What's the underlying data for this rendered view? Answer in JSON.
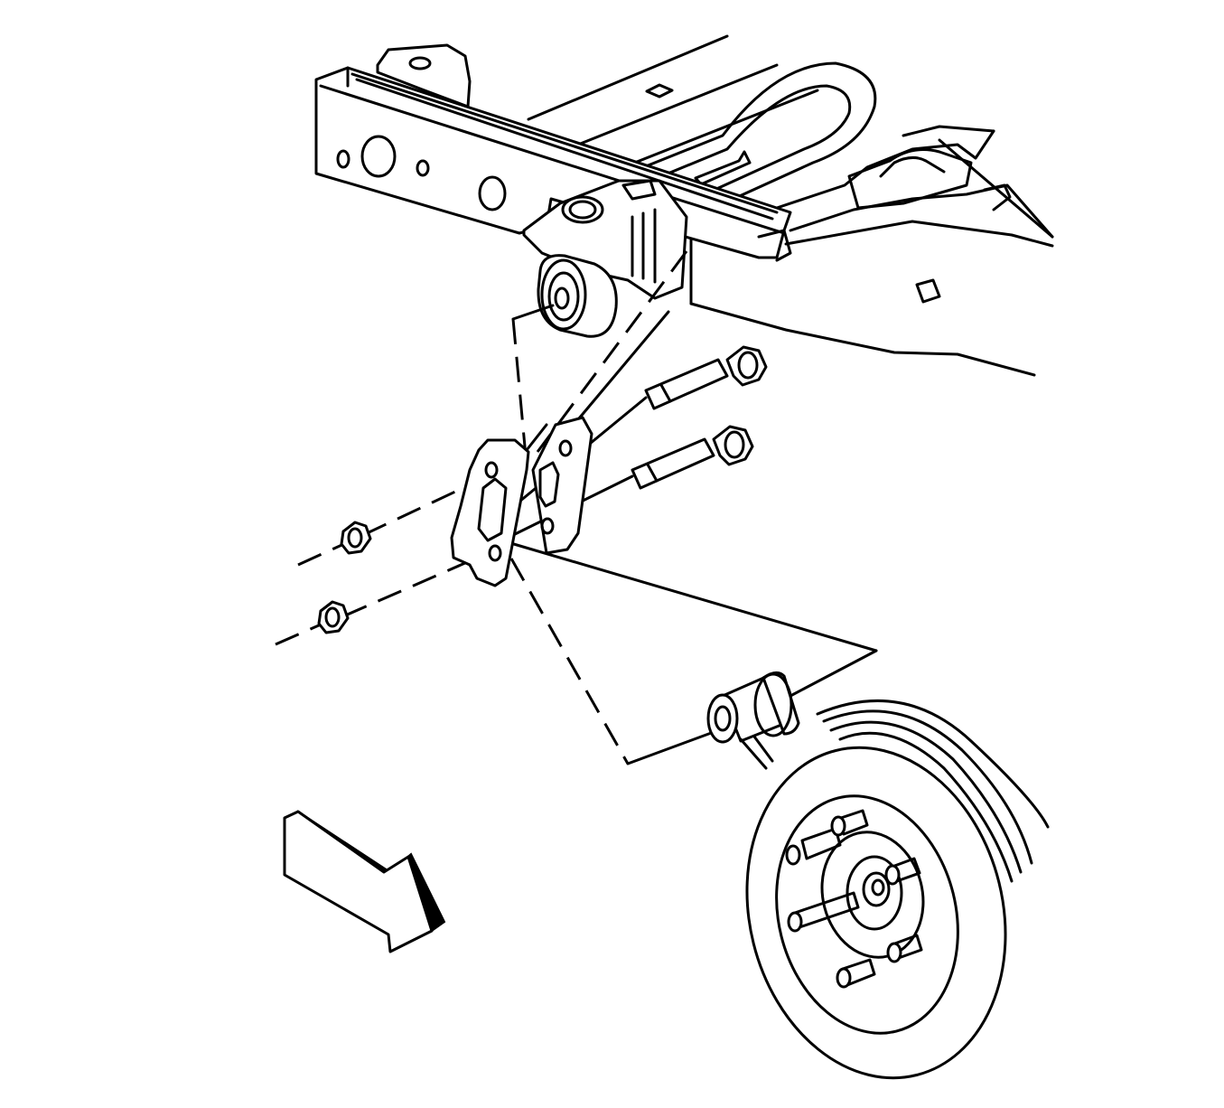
{
  "figure": {
    "components": [
      {
        "id": "frame-rail",
        "icon": "frame-rail-icon"
      },
      {
        "id": "axle-bushing",
        "icon": "bushing-icon"
      },
      {
        "id": "mounting-bracket",
        "icon": "bracket-icon"
      },
      {
        "id": "bolts",
        "icon": "bolt-icon",
        "count": 2
      },
      {
        "id": "nuts",
        "icon": "nut-icon",
        "count": 2
      },
      {
        "id": "axle-bushing-sleeve",
        "icon": "sleeve-icon"
      },
      {
        "id": "brake-drum-hub",
        "icon": "brake-drum-icon"
      },
      {
        "id": "direction-arrow",
        "icon": "front-arrow-icon"
      }
    ],
    "colors": {
      "line": "#000000",
      "fill": "#ffffff"
    }
  }
}
